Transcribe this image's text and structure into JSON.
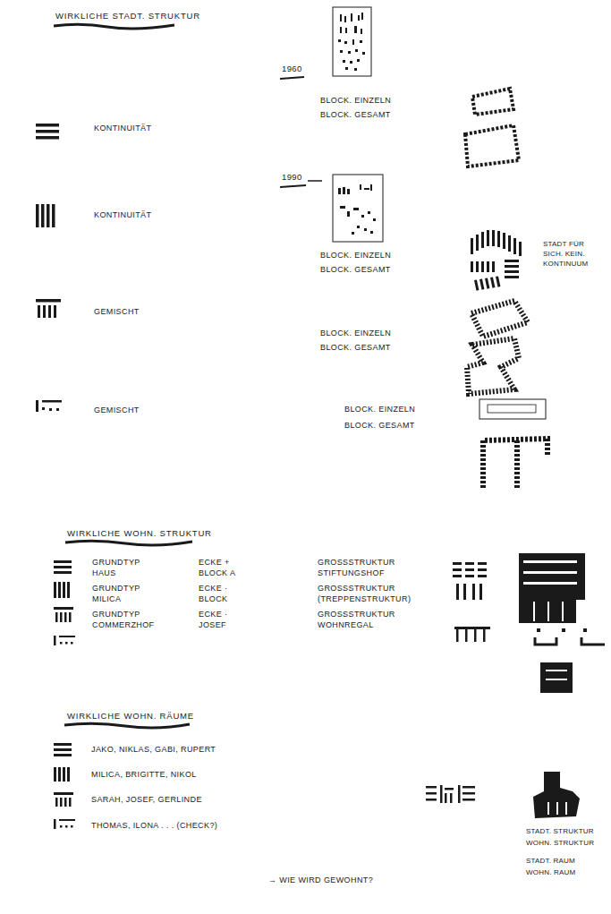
{
  "diagram": {
    "labels": [
      "WIRKLICHE STADT. STRUKTUR",
      "KONTINUITÄT",
      "KONTINUITÄT",
      "GEMISCHT",
      "GEMISCHT",
      "1960",
      "BLOCK. EINZELN",
      "BLOCK. GESAMT",
      "1990",
      "BLOCK. EINZELN",
      "BLOCK. GESAMT",
      "STADT FÜR SICH. KEIN. KONTINUUM",
      "BLOCK. EINZELN",
      "BLOCK. GESAMT",
      "BLOCK. EINZELN",
      "BLOCK. GESAMT",
      "WIRKLICHE WOHN. STRUKTUR",
      "GRUNDTYP HAUS",
      "ECKE + BLOCK A",
      "GROSSSTRUKTUR STIFTUNGSHOF",
      "GRUNDTYP MILICA",
      "ECKE · BLOCK",
      "GROSSSTRUKTUR (TREPPENSTRUKTUR)",
      "GRUNDTYP COMMERZHOF",
      "ECKE · JOSEF",
      "GROSSSTRUKTUR WOHNREGAL",
      "WIRKLICHE WOHN. RÄUME",
      "JAKO, NIKLAS, GABI, RUPERT",
      "MILICA, BRIGITTE, NIKOL",
      "SARAH, JOSEF, GERLINDE",
      "THOMAS, ILONA . . . (CHECK?)",
      "→ WIE WIRD GEWOHNT?",
      "STADT. STRUKTUR",
      "WOHN. STRUKTUR",
      "STADT. RAUM",
      "WOHN. RAUM"
    ]
  }
}
